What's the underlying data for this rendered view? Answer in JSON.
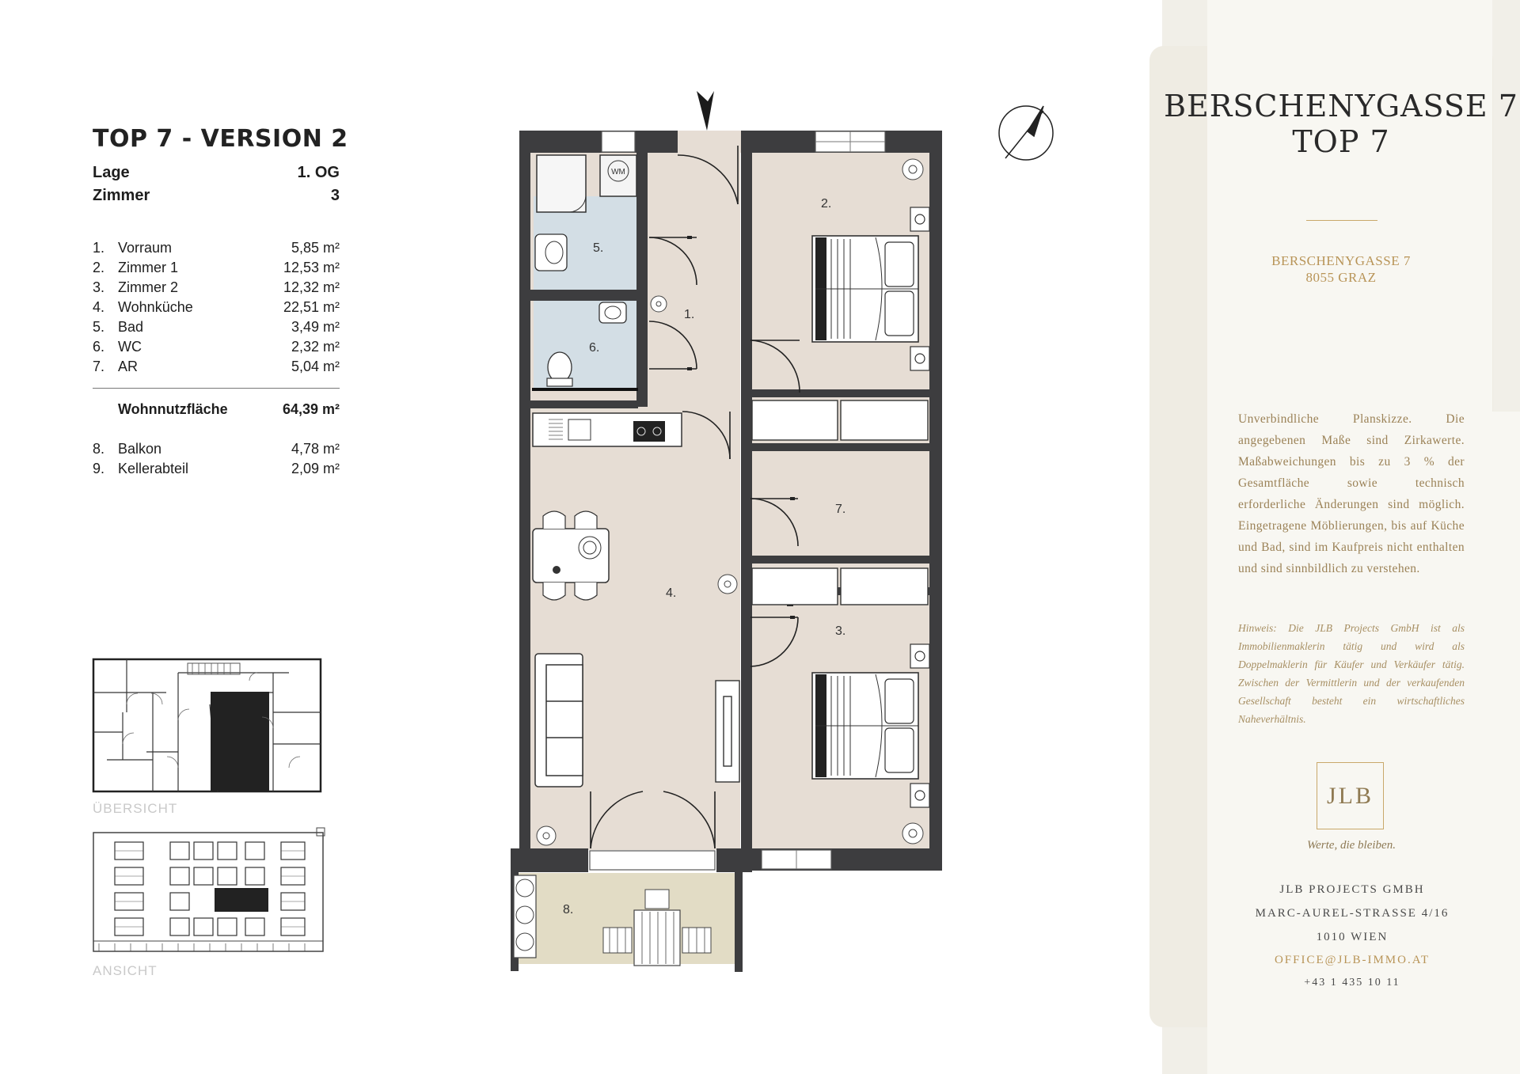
{
  "unit": {
    "title": "TOP 7 - VERSION 2",
    "lage_label": "Lage",
    "lage_value": "1. OG",
    "zimmer_label": "Zimmer",
    "zimmer_value": "3"
  },
  "rooms": [
    {
      "num": "1.",
      "name": "Vorraum",
      "area": "5,85 m²"
    },
    {
      "num": "2.",
      "name": "Zimmer 1",
      "area": "12,53 m²"
    },
    {
      "num": "3.",
      "name": "Zimmer 2",
      "area": "12,32 m²"
    },
    {
      "num": "4.",
      "name": "Wohnküche",
      "area": "22,51 m²"
    },
    {
      "num": "5.",
      "name": "Bad",
      "area": "3,49 m²"
    },
    {
      "num": "6.",
      "name": "WC",
      "area": "2,32 m²"
    },
    {
      "num": "7.",
      "name": "AR",
      "area": "5,04 m²"
    }
  ],
  "total": {
    "name": "Wohnnutzfläche",
    "area": "64,39 m²"
  },
  "extras": [
    {
      "num": "8.",
      "name": "Balkon",
      "area": "4,78 m²"
    },
    {
      "num": "9.",
      "name": "Kellerabteil",
      "area": "2,09 m²"
    }
  ],
  "thumbnails": {
    "overview_label": "ÜBERSICHT",
    "elevation_label": "ANSICHT"
  },
  "plan_labels": {
    "r1": "1.",
    "r2": "2.",
    "r3": "3.",
    "r4": "4.",
    "r5": "5.",
    "r6": "6.",
    "r7": "7.",
    "r8": "8.",
    "wm": "WM"
  },
  "panel": {
    "title_line1": "BERSCHENYGASSE 7",
    "title_line2": "TOP 7",
    "address_line1": "BERSCHENYGASSE 7",
    "address_line2": "8055 GRAZ",
    "disclaimer": "Unverbindliche Planskizze. Die angegebenen Maße sind Zirkawerte. Maßabweichungen bis zu 3 % der Gesamtfläche sowie technisch erforderliche Änderungen sind möglich. Eingetragene Möblierungen, bis auf Küche und Bad, sind im Kaufpreis nicht enthalten und sind sinnbildlich zu verstehen.",
    "hint": "Hinweis: Die JLB Projects GmbH ist als Immobilienmaklerin tätig und wird als Doppelmaklerin für Käufer und Verkäufer tätig. Zwischen der Vermittlerin und der verkaufenden Gesellschaft besteht ein wirtschaftliches Naheverhältnis.",
    "logo": "JLB",
    "slogan": "Werte, die bleiben.",
    "company": "JLB PROJECTS GMBH",
    "street": "MARC-AUREL-STRASSE 4/16",
    "city": "1010 WIEN",
    "email": "OFFICE@JLB-IMMO.AT",
    "phone": "+43 1 435 10 11"
  },
  "colors": {
    "wall": "#3d3d3f",
    "floor": "#e6ddd4",
    "wet_room": "#d3dee5",
    "balcony": "#e2dcc5",
    "gold": "#c9a86a",
    "panel": "#f1efe8"
  },
  "icons": [
    "north-arrow-icon",
    "entrance-arrow-icon",
    "plant-icon",
    "bed-icon",
    "sofa-icon",
    "table-icon",
    "sink-icon",
    "toilet-icon",
    "shower-icon",
    "washing-machine-icon",
    "stove-icon"
  ]
}
